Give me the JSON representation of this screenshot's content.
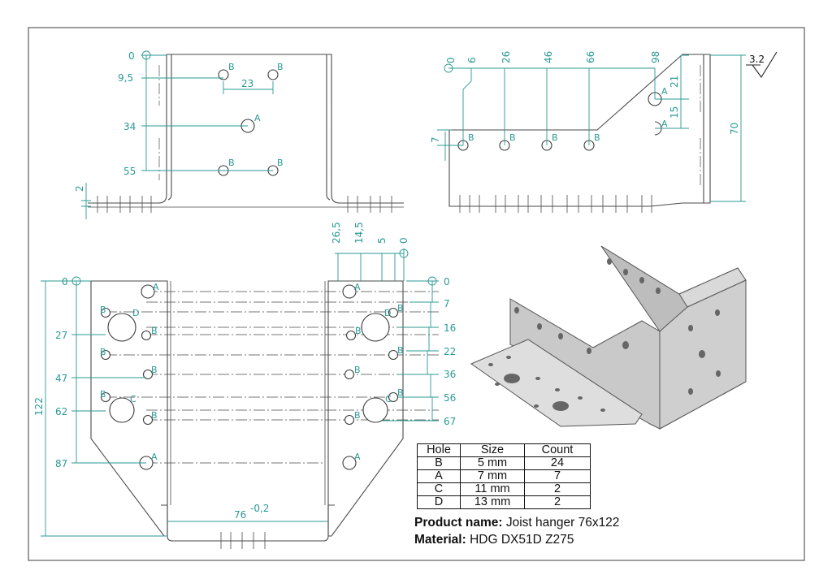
{
  "top_view": {
    "dims": [
      "0",
      "9,5",
      "34",
      "55",
      "23",
      "2"
    ]
  },
  "side_view": {
    "dims": [
      "0",
      "6",
      "26",
      "46",
      "66",
      "98",
      "7",
      "21",
      "15",
      "70"
    ],
    "roughness": "3.2"
  },
  "front_view": {
    "dims_left": [
      "0",
      "27",
      "47",
      "62",
      "87"
    ],
    "dims_right": [
      "0",
      "7",
      "16",
      "22",
      "36",
      "56",
      "67"
    ],
    "dims_top": [
      "26,5",
      "14,5",
      "5",
      "0"
    ],
    "height": "122",
    "width": "76",
    "tolerance": "-0,2"
  },
  "hole_letters": {
    "A": "A",
    "B": "B",
    "C": "C",
    "D": "D"
  },
  "hole_table": {
    "headers": [
      "Hole",
      "Size",
      "Count"
    ],
    "rows": [
      [
        "B",
        "5 mm",
        "24"
      ],
      [
        "A",
        "7 mm",
        "7"
      ],
      [
        "C",
        "11 mm",
        "2"
      ],
      [
        "D",
        "13 mm",
        "2"
      ]
    ]
  },
  "product": {
    "name_label": "Product name:",
    "name_value": "Joist hanger 76x122",
    "material_label": "Material:",
    "material_value": "HDG DX51D Z275"
  }
}
